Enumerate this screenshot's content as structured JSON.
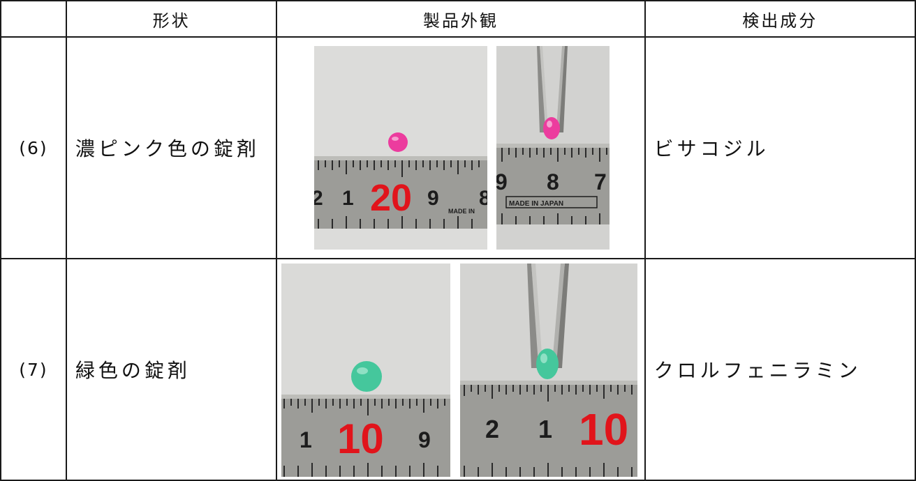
{
  "headers": {
    "index": "",
    "shape": "形状",
    "appearance": "製品外観",
    "component": "検出成分"
  },
  "rows": [
    {
      "index": "(6)",
      "shape": "濃ピンク色の錠剤",
      "component": "ビサコジル",
      "tablet_color": "#ec3c9e",
      "photo_left": {
        "numbers": [
          "2",
          "1",
          "20",
          "9",
          "8"
        ],
        "stamp": "MADE IN"
      },
      "photo_right": {
        "numbers": [
          "9",
          "8",
          "7"
        ],
        "stamp": "MADE IN JAPAN"
      }
    },
    {
      "index": "(7)",
      "shape": "緑色の錠剤",
      "component": "クロルフェニラミン",
      "tablet_color": "#45c79c",
      "photo_left": {
        "numbers": [
          "1",
          "10",
          "9"
        ]
      },
      "photo_right": {
        "numbers": [
          "2",
          "1",
          "10"
        ]
      }
    }
  ],
  "colors": {
    "border": "#1a1a1a",
    "ruler_red": "#e1141b",
    "ruler_body": "#9c9c98"
  }
}
